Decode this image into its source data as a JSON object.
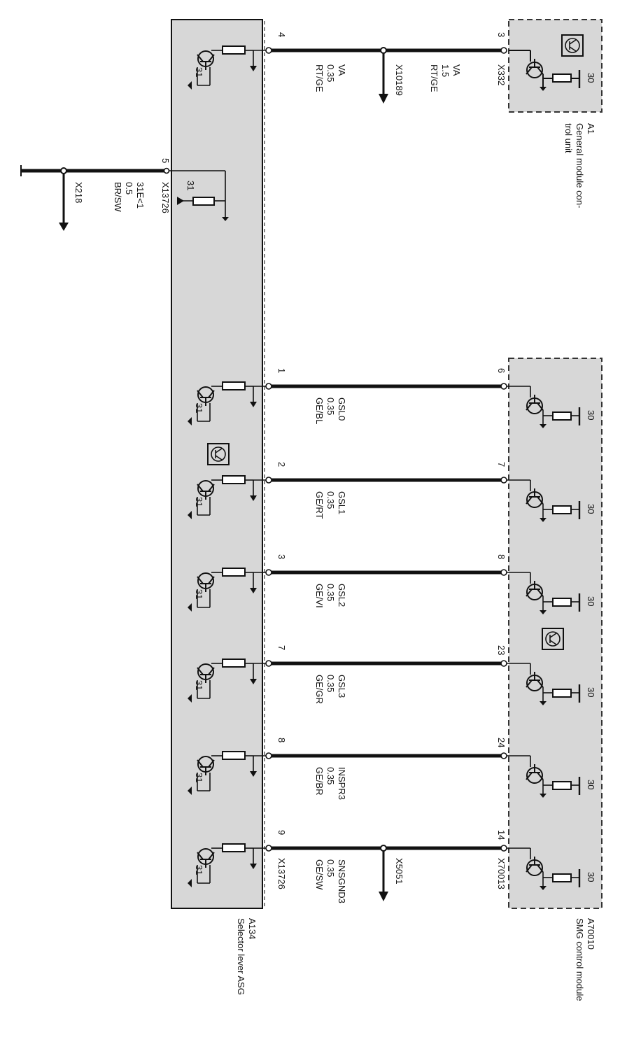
{
  "modules": {
    "a1": {
      "id": "A1",
      "line1": "General module con-",
      "line2": "trol unit"
    },
    "a70010": {
      "id": "A70010",
      "name": "SMG control module"
    },
    "a134": {
      "id": "A134",
      "name": "Selector lever ASG"
    }
  },
  "connectors": {
    "x332": "X332",
    "x70013": "X70013",
    "x13726_main": "X13726",
    "x13726_gnd": "X13726",
    "x10189": "X10189",
    "x5051": "X5051",
    "x218": "X218"
  },
  "supply_label": "30",
  "ground_label": "31",
  "wires": [
    {
      "left_pin": "4",
      "right_pin": "3",
      "signal": "VA",
      "right_size": "1.5",
      "right_color": "RT/GE",
      "left_size": "0.35",
      "left_color": "RT/GE",
      "splice": "X10189"
    },
    {
      "left_pin": "1",
      "right_pin": "6",
      "signal": "GSL0",
      "size": "0.35",
      "color": "GE/BL"
    },
    {
      "left_pin": "2",
      "right_pin": "7",
      "signal": "GSL1",
      "size": "0.35",
      "color": "GE/RT"
    },
    {
      "left_pin": "3",
      "right_pin": "8",
      "signal": "GSL2",
      "size": "0.35",
      "color": "GE/VI"
    },
    {
      "left_pin": "7",
      "right_pin": "23",
      "signal": "GSL3",
      "size": "0.35",
      "color": "GE/GR"
    },
    {
      "left_pin": "8",
      "right_pin": "24",
      "signal": "INSPR3",
      "size": "0.35",
      "color": "GE/BR"
    },
    {
      "left_pin": "9",
      "right_pin": "14",
      "signal": "SNSGND3",
      "size": "0.35",
      "color": "GE/SW",
      "splice": "X5051"
    }
  ],
  "ground_wire": {
    "pin": "5",
    "code": "31E<1",
    "size": "0.5",
    "color": "BR/SW",
    "splice": "X218"
  },
  "colors": {
    "module_fill": "#d7d7d7",
    "wire": "#111111",
    "dashed_border": "#333333",
    "background": "#ffffff"
  }
}
